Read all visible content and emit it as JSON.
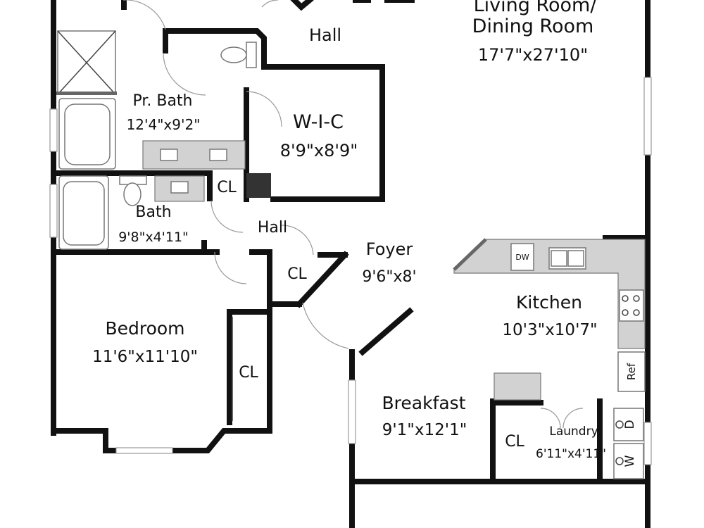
{
  "rooms": {
    "living": {
      "name_line1": "Living Room/",
      "name_line2": "Dining Room",
      "size": "17'7\"x27'10\""
    },
    "hall_top": {
      "name": "Hall"
    },
    "pr_bath": {
      "name": "Pr. Bath",
      "size": "12'4\"x9'2\""
    },
    "wic": {
      "name": "W-I-C",
      "size": "8'9\"x8'9\""
    },
    "cl_bath": {
      "name": "CL"
    },
    "bath": {
      "name": "Bath",
      "size": "9'8\"x4'11\""
    },
    "hall_mid": {
      "name": "Hall"
    },
    "foyer": {
      "name": "Foyer",
      "size": "9'6\"x8'"
    },
    "cl_foyer": {
      "name": "CL"
    },
    "kitchen": {
      "name": "Kitchen",
      "size": "10'3\"x10'7\""
    },
    "bedroom": {
      "name": "Bedroom",
      "size": "11'6\"x11'10\""
    },
    "cl_bedroom": {
      "name": "CL"
    },
    "breakfast": {
      "name": "Breakfast",
      "size": "9'1\"x12'1\""
    },
    "cl_breakfast": {
      "name": "CL"
    },
    "laundry": {
      "name": "Laundry",
      "size": "6'11\"x4'11\""
    }
  },
  "appliances": {
    "dishwasher": "DW",
    "refrigerator": "Ref",
    "dryer": "D",
    "washer": "W"
  }
}
